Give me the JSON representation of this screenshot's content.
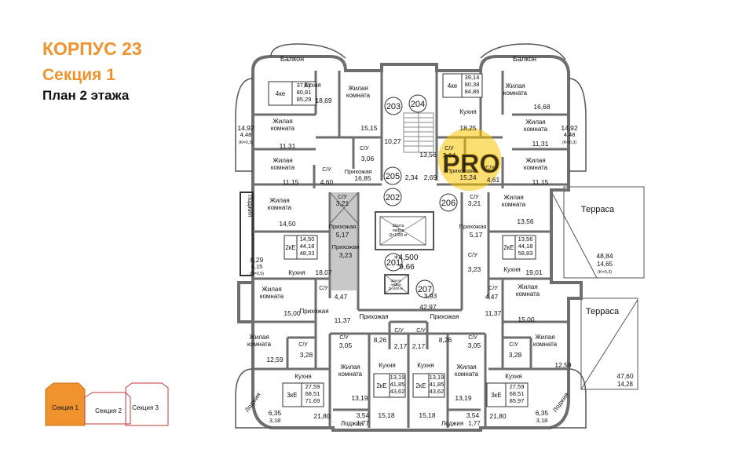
{
  "header": {
    "building": "КОРПУС 23",
    "section": "Секция 1",
    "plan": "План 2 этажа"
  },
  "watermark": "PRO",
  "colors": {
    "accent": "#f0932e",
    "highlight_circle": "#f8c500",
    "wall": "#777777",
    "service_zone": "#9a9a9a"
  },
  "minimap": {
    "sections": [
      "Секция 1",
      "Секция 2",
      "Секция 3"
    ],
    "active": "Секция 1"
  },
  "apartments": [
    {
      "id": "apt-nw-4ke",
      "type": "4ке",
      "areas": [
        "37,61",
        "80,81",
        "85,29"
      ]
    },
    {
      "id": "apt-ne-4ke",
      "type": "4ке",
      "areas": [
        "39,14",
        "80,38",
        "84,86"
      ]
    },
    {
      "id": "apt-w-2ke",
      "type": "2кЕ",
      "areas": [
        "14,50",
        "44,18",
        "48,33"
      ]
    },
    {
      "id": "apt-e-2ke",
      "type": "2кЕ",
      "areas": [
        "13,56",
        "44,18",
        "58,83"
      ]
    },
    {
      "id": "apt-sw-3ke",
      "type": "3кЕ",
      "areas": [
        "27,59",
        "68,51",
        "71,69"
      ]
    },
    {
      "id": "apt-se-3ke",
      "type": "3кЕ",
      "areas": [
        "27,59",
        "68,51",
        "85,97"
      ]
    },
    {
      "id": "apt-sc1-2ke",
      "type": "2кЕ",
      "areas": [
        "13,19",
        "41,85",
        "43,62"
      ]
    },
    {
      "id": "apt-sc2-2ke",
      "type": "2кЕ",
      "areas": [
        "13,19",
        "41,85",
        "43,62"
      ]
    }
  ],
  "circles": [
    {
      "id": "203",
      "label": "203"
    },
    {
      "id": "204",
      "label": "204"
    },
    {
      "id": "205",
      "label": "205"
    },
    {
      "id": "202",
      "label": "202"
    },
    {
      "id": "206",
      "label": "206"
    },
    {
      "id": "201",
      "label": "201"
    },
    {
      "id": "207",
      "label": "207"
    }
  ],
  "labels": [
    {
      "t": "Балкон"
    },
    {
      "t": "Балкон"
    },
    {
      "t": "Кухня"
    },
    {
      "t": "18,69"
    },
    {
      "t": "Жилая"
    },
    {
      "t": "комната"
    },
    {
      "t": "15,15"
    },
    {
      "t": "14,92"
    },
    {
      "t": "4,48"
    },
    {
      "t": "(K=0,3)"
    },
    {
      "t": "Жилая"
    },
    {
      "t": "комната"
    },
    {
      "t": "11,31"
    },
    {
      "t": "С/У"
    },
    {
      "t": "3,06"
    },
    {
      "t": "10,27"
    },
    {
      "t": "Жилая"
    },
    {
      "t": "комната"
    },
    {
      "t": "11,15"
    },
    {
      "t": "С/У"
    },
    {
      "t": "4,60"
    },
    {
      "t": "Прихожая"
    },
    {
      "t": "16,85"
    },
    {
      "t": "Жилая"
    },
    {
      "t": "комната"
    },
    {
      "t": "16,68"
    },
    {
      "t": "Кухня"
    },
    {
      "t": "18,25"
    },
    {
      "t": "Жилая"
    },
    {
      "t": "комната"
    },
    {
      "t": "11,31"
    },
    {
      "t": "14,92"
    },
    {
      "t": "4,48"
    },
    {
      "t": "(K=0,3)"
    },
    {
      "t": "С/У"
    },
    {
      "t": "3,14"
    },
    {
      "t": "13,56"
    },
    {
      "t": "Прихожая"
    },
    {
      "t": "15,24"
    },
    {
      "t": "С/У"
    },
    {
      "t": "4,61"
    },
    {
      "t": "Жилая"
    },
    {
      "t": "комната"
    },
    {
      "t": "11,15"
    },
    {
      "t": "2,34"
    },
    {
      "t": "2,69"
    },
    {
      "t": "Жилая"
    },
    {
      "t": "комната"
    },
    {
      "t": "14,50"
    },
    {
      "t": "С/У"
    },
    {
      "t": "3,21"
    },
    {
      "t": "Прихожая"
    },
    {
      "t": "5,17"
    },
    {
      "t": "Прихожая"
    },
    {
      "t": "3,23"
    },
    {
      "t": "Лоджия"
    },
    {
      "t": "8,29"
    },
    {
      "t": "4,15"
    },
    {
      "t": "(K=0,5)"
    },
    {
      "t": "Кухня"
    },
    {
      "t": "18,07"
    },
    {
      "t": "Шахта"
    },
    {
      "t": "лифта"
    },
    {
      "t": "Q=1000 кг"
    },
    {
      "t": "+4,500"
    },
    {
      "t": "9,66"
    },
    {
      "t": "Шахта"
    },
    {
      "t": "лифта"
    },
    {
      "t": "Q=400 кг"
    },
    {
      "t": "3,93"
    },
    {
      "t": "42,97"
    },
    {
      "t": "С/У"
    },
    {
      "t": "3,21"
    },
    {
      "t": "Жилая"
    },
    {
      "t": "комната"
    },
    {
      "t": "13,56"
    },
    {
      "t": "Прихожая"
    },
    {
      "t": "5,17"
    },
    {
      "t": "С/У"
    },
    {
      "t": "3,23"
    },
    {
      "t": "Кухня"
    },
    {
      "t": "19,01"
    },
    {
      "t": "Терраса"
    },
    {
      "t": "48,84"
    },
    {
      "t": "14,65"
    },
    {
      "t": "(K=0,3)"
    },
    {
      "t": "Жилая"
    },
    {
      "t": "комната"
    },
    {
      "t": "15,00"
    },
    {
      "t": "С/У"
    },
    {
      "t": "4,47"
    },
    {
      "t": "Прихожая"
    },
    {
      "t": "11,37"
    },
    {
      "t": "С/У"
    },
    {
      "t": "4,47"
    },
    {
      "t": "11,37"
    },
    {
      "t": "Жилая"
    },
    {
      "t": "комната"
    },
    {
      "t": "15,00"
    },
    {
      "t": "Терраса"
    },
    {
      "t": "Прихожая"
    },
    {
      "t": "Прихожая"
    },
    {
      "t": "С/У"
    },
    {
      "t": "С/У"
    },
    {
      "t": "Жилая"
    },
    {
      "t": "комната"
    },
    {
      "t": "12,59"
    },
    {
      "t": "С/У"
    },
    {
      "t": "3,28"
    },
    {
      "t": "С/У"
    },
    {
      "t": "3,05"
    },
    {
      "t": "8,26"
    },
    {
      "t": "2,17"
    },
    {
      "t": "2,17"
    },
    {
      "t": "8,26"
    },
    {
      "t": "С/У"
    },
    {
      "t": "3,05"
    },
    {
      "t": "С/У"
    },
    {
      "t": "3,28"
    },
    {
      "t": "Жилая"
    },
    {
      "t": "комната"
    },
    {
      "t": "12,59"
    },
    {
      "t": "Кухня"
    },
    {
      "t": "Жилая"
    },
    {
      "t": "комната"
    },
    {
      "t": "13,19"
    },
    {
      "t": "Кухня"
    },
    {
      "t": "Кухня"
    },
    {
      "t": "Жилая"
    },
    {
      "t": "комната"
    },
    {
      "t": "13,19"
    },
    {
      "t": "Кухня"
    },
    {
      "t": "47,60"
    },
    {
      "t": "14,28"
    },
    {
      "t": "Лоджия"
    },
    {
      "t": "6,35"
    },
    {
      "t": "3,18"
    },
    {
      "t": "21,80"
    },
    {
      "t": "3,54"
    },
    {
      "t": "Лоджия"
    },
    {
      "t": "1,77"
    },
    {
      "t": "15,18"
    },
    {
      "t": "15,18"
    },
    {
      "t": "3,54"
    },
    {
      "t": "Лоджия"
    },
    {
      "t": "1,77"
    },
    {
      "t": "21,80"
    },
    {
      "t": "Лоджия"
    },
    {
      "t": "6,35"
    },
    {
      "t": "3,18"
    }
  ]
}
